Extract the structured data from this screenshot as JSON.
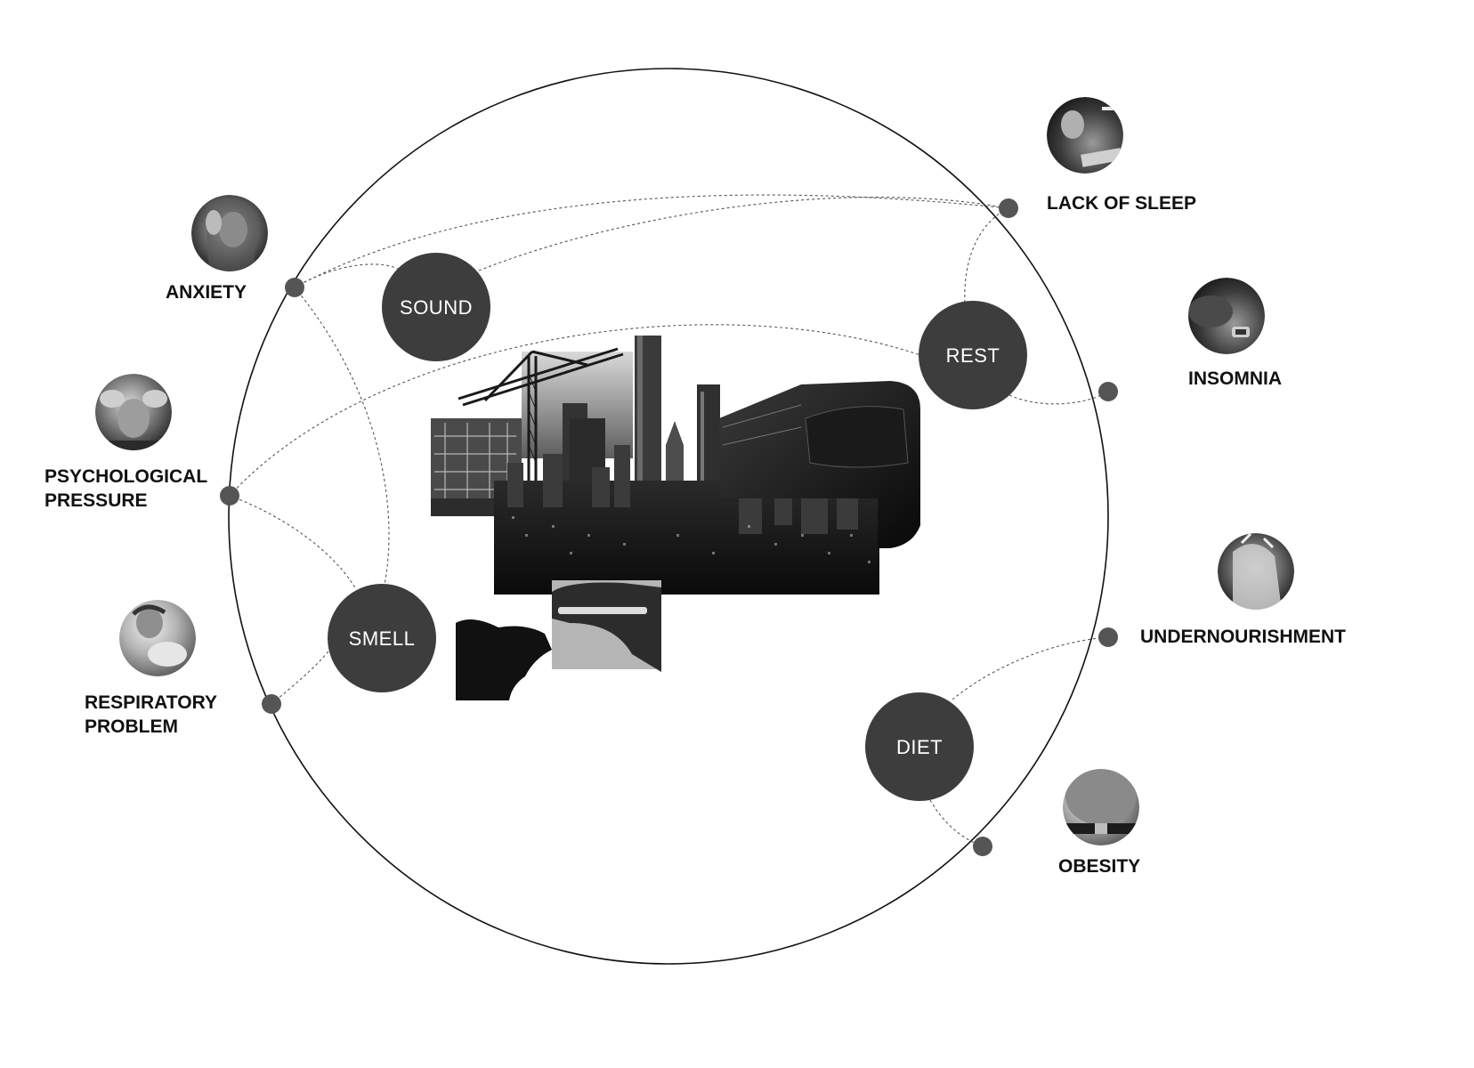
{
  "colors": {
    "factor_fill": "#3d3d3d",
    "node_fill": "#555555",
    "ring_stroke": "#111111",
    "link_stroke": "#555555",
    "label_text": "#111111",
    "factor_text": "#ffffff"
  },
  "factors": {
    "sound": "SOUND",
    "rest": "REST",
    "smell": "SMELL",
    "diet": "DIET"
  },
  "effects": {
    "anxiety": "ANXIETY",
    "psychological_pressure_line1": "PSYCHOLOGICAL",
    "psychological_pressure_line2": "PRESSURE",
    "respiratory_problem_line1": "RESPIRATORY",
    "respiratory_problem_line2": "PROBLEM",
    "lack_of_sleep": "LACK OF SLEEP",
    "insomnia": "INSOMNIA",
    "undernourishment": "UNDERNOURISHMENT",
    "obesity": "OBESITY"
  },
  "photos": {
    "anxiety": "woman-holding-head-photo",
    "psychological_pressure": "man-hands-on-head-photo",
    "respiratory_problem": "coughing-woman-photo",
    "lack_of_sleep": "tired-woman-at-laptop-photo",
    "insomnia": "sleepless-person-photo",
    "undernourishment": "plastic-bag-photo",
    "obesity": "belly-and-belt-photo",
    "center": "city-collage-crane-skyscrapers-train-exhaust"
  }
}
